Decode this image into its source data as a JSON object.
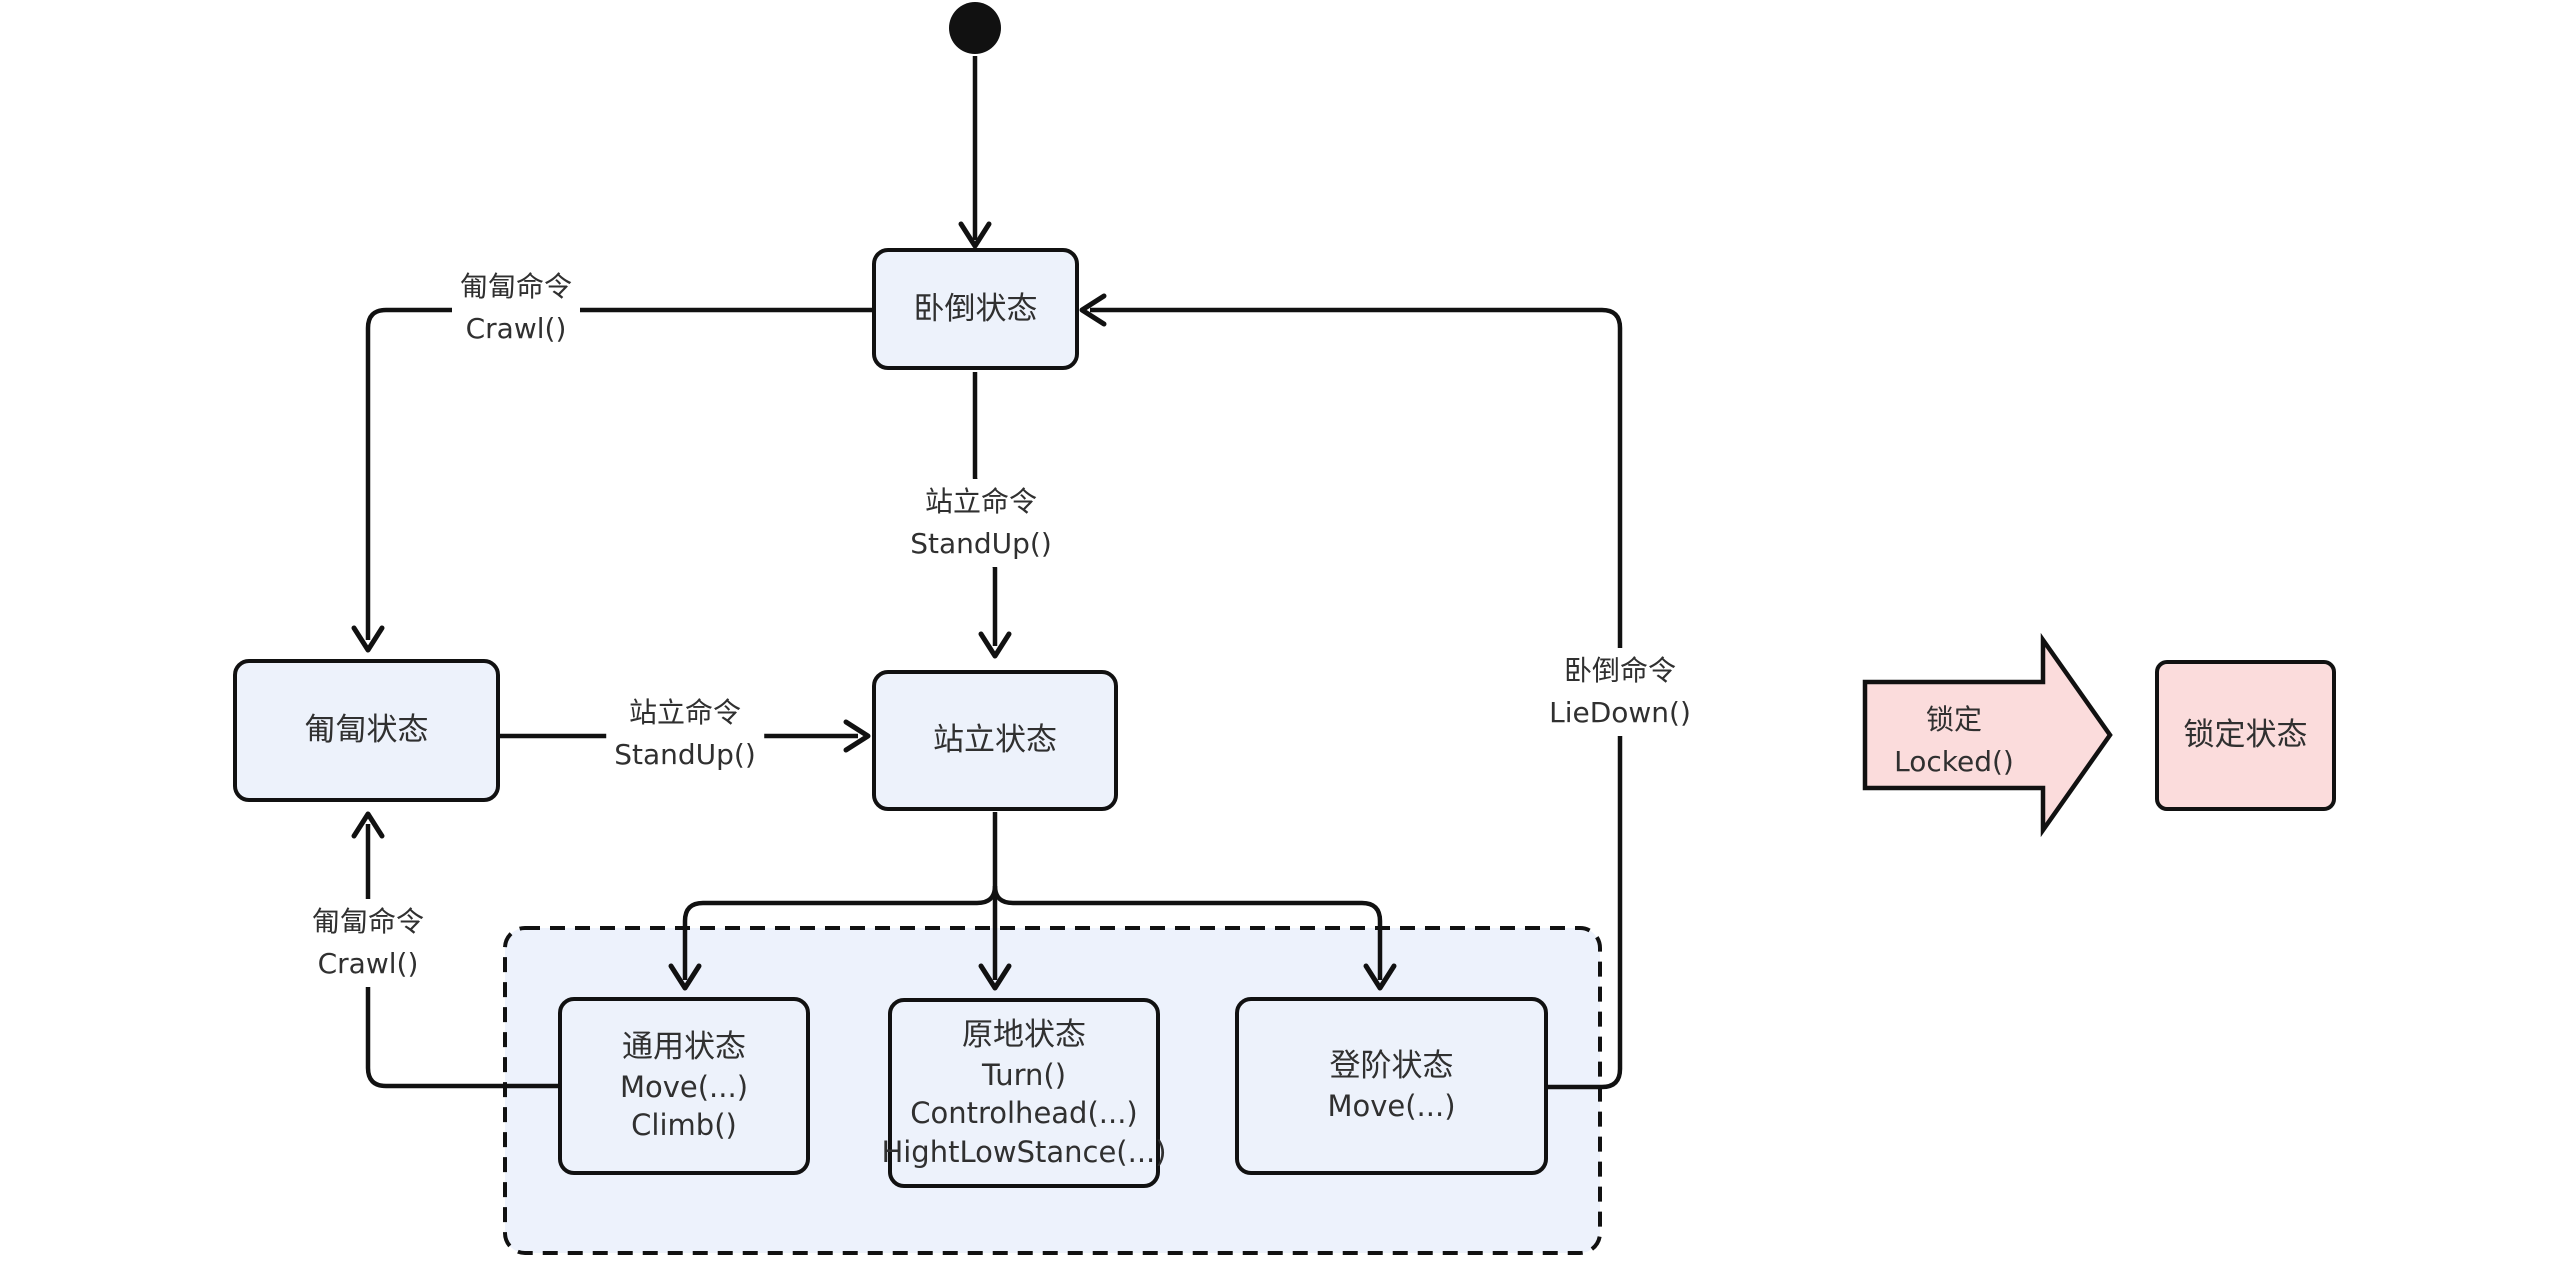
{
  "colors": {
    "background": "#ffffff",
    "line": "#111111",
    "text": "#303030",
    "state_fill": "#edf2fb",
    "container_fill": "#edf2fc",
    "locked_fill": "#fbdcdc"
  },
  "states": {
    "lie_down": {
      "title": "卧倒状态"
    },
    "crawl": {
      "title": "匍匐状态"
    },
    "stand": {
      "title": "站立状态"
    },
    "general": {
      "title": "通用状态",
      "fn1": "Move(...)",
      "fn2": "Climb()"
    },
    "in_place": {
      "title": "原地状态",
      "fn1": "Turn()",
      "fn2": "Controlhead(...)",
      "fn3": "HightLowStance(...)"
    },
    "stairs": {
      "title": "登阶状态",
      "fn1": "Move(...)"
    },
    "locked": {
      "title": "锁定状态"
    }
  },
  "transitions": {
    "crawl_top": {
      "cmd": "匍匐命令",
      "fn": "Crawl()"
    },
    "standup_vertical": {
      "cmd": "站立命令",
      "fn": "StandUp()"
    },
    "standup_horizontal": {
      "cmd": "站立命令",
      "fn": "StandUp()"
    },
    "crawl_bottom": {
      "cmd": "匍匐命令",
      "fn": "Crawl()"
    },
    "lie_down": {
      "cmd": "卧倒命令",
      "fn": "LieDown()"
    },
    "locked": {
      "cmd": "锁定",
      "fn": "Locked()"
    }
  }
}
